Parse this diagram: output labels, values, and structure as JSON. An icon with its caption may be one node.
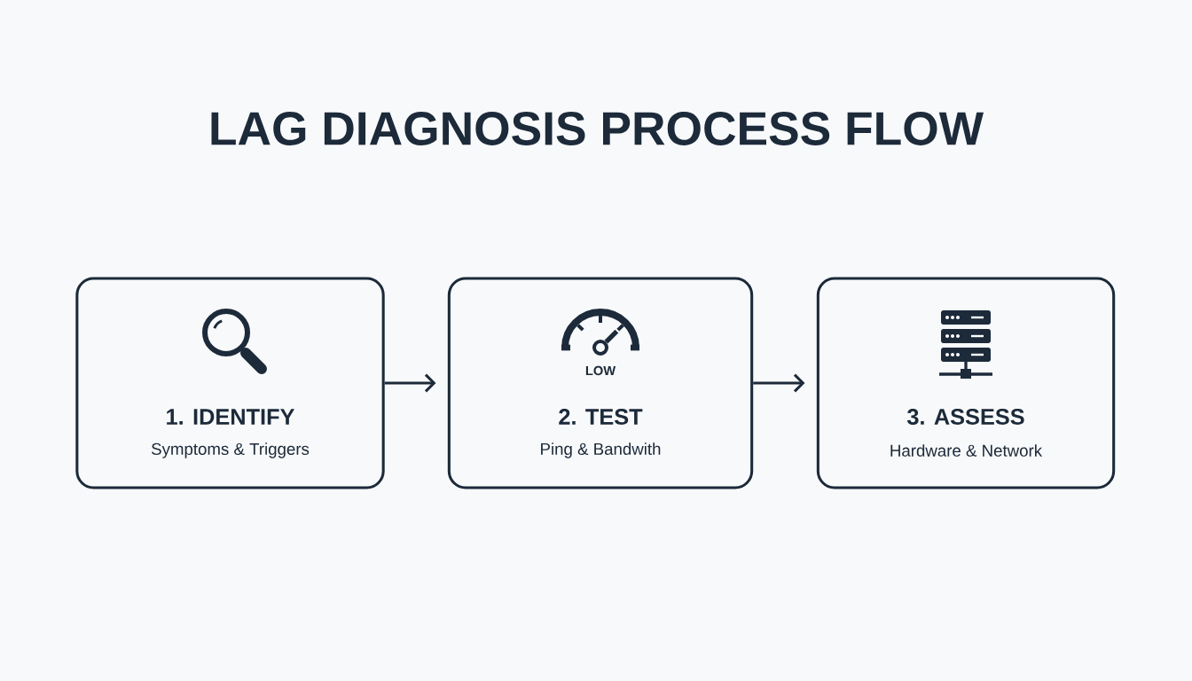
{
  "diagram": {
    "title": "LAG DIAGNOSIS PROCESS FLOW",
    "nodes": [
      {
        "text": [
          "1. IDENTIFY",
          "Symptoms & Triggers"
        ]
      },
      {
        "text": [
          "LOW",
          "2. TEST",
          "Ping & Bandwith"
        ]
      },
      {
        "text": [
          "3. ASSESS",
          "Hardware & Network"
        ]
      }
    ],
    "edges": [
      {
        "from": 0,
        "to": 1,
        "arrow": "to"
      },
      {
        "from": 1,
        "to": 2,
        "arrow": "to"
      }
    ]
  }
}
